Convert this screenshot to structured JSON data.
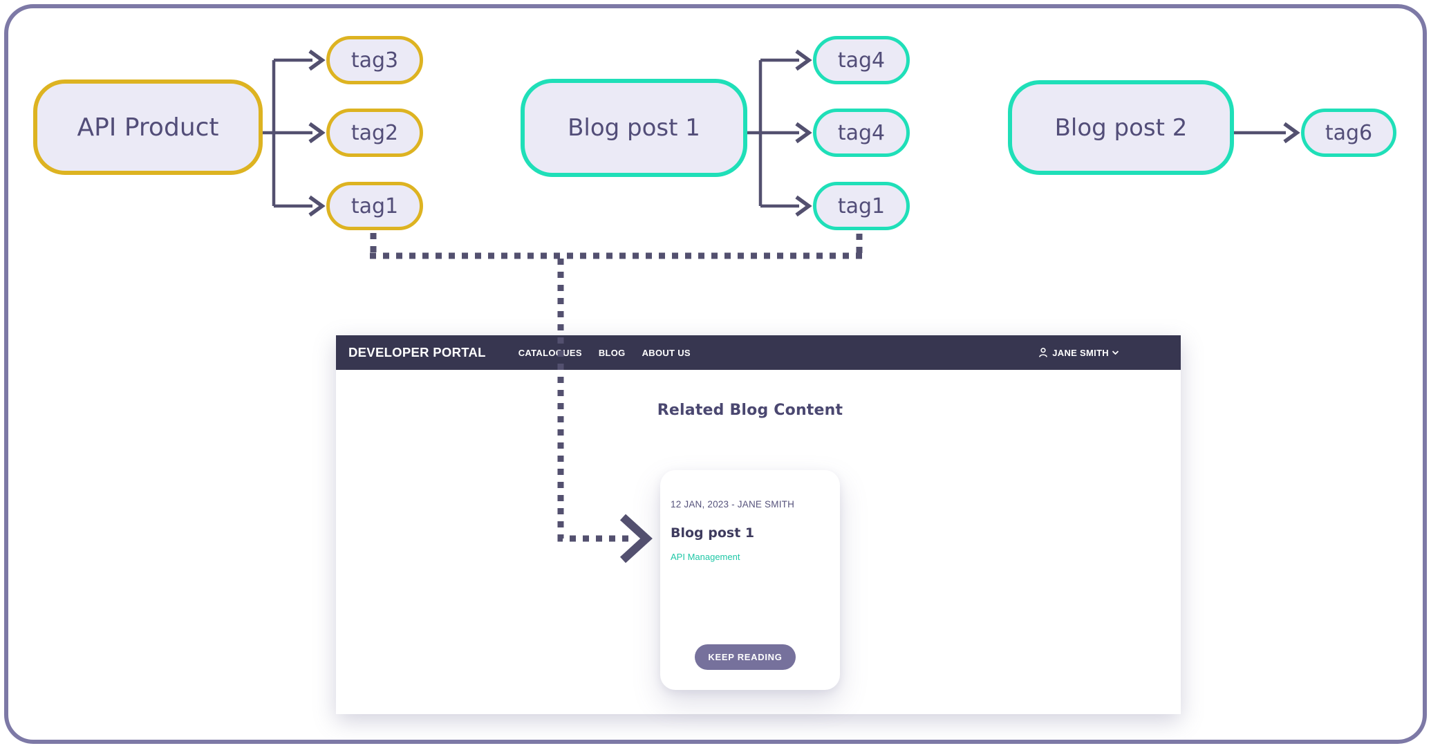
{
  "diagram": {
    "api_product": {
      "label": "API Product",
      "tags": [
        "tag3",
        "tag2",
        "tag1"
      ]
    },
    "blog_post_1": {
      "label": "Blog post 1",
      "tags": [
        "tag4",
        "tag4",
        "tag1"
      ]
    },
    "blog_post_2": {
      "label": "Blog post 2",
      "tags": [
        "tag6"
      ]
    }
  },
  "portal": {
    "brand": "DEVELOPER PORTAL",
    "nav_items": [
      "CATALOGUES",
      "BLOG",
      "ABOUT US"
    ],
    "user_name": "JANE SMITH",
    "section_title": "Related Blog Content",
    "card": {
      "meta": "12 JAN, 2023 - JANE SMITH",
      "title": "Blog post 1",
      "tag_link": "API Management",
      "button_label": "KEEP READING"
    }
  },
  "colors": {
    "frame": "#7d79a6",
    "node-fill": "#ebeaf6",
    "node-text": "#524d78",
    "yellow": "#ddb321",
    "teal": "#1fdfb8",
    "wire": "#53506f",
    "navbar-bg": "#373650",
    "navbar-text": "#ffffff",
    "heading-text": "#4a4770",
    "meta-text": "#55527b",
    "title-text": "#3e3b5e",
    "link-teal": "#1fc7a6",
    "button-bg": "#76719c"
  }
}
